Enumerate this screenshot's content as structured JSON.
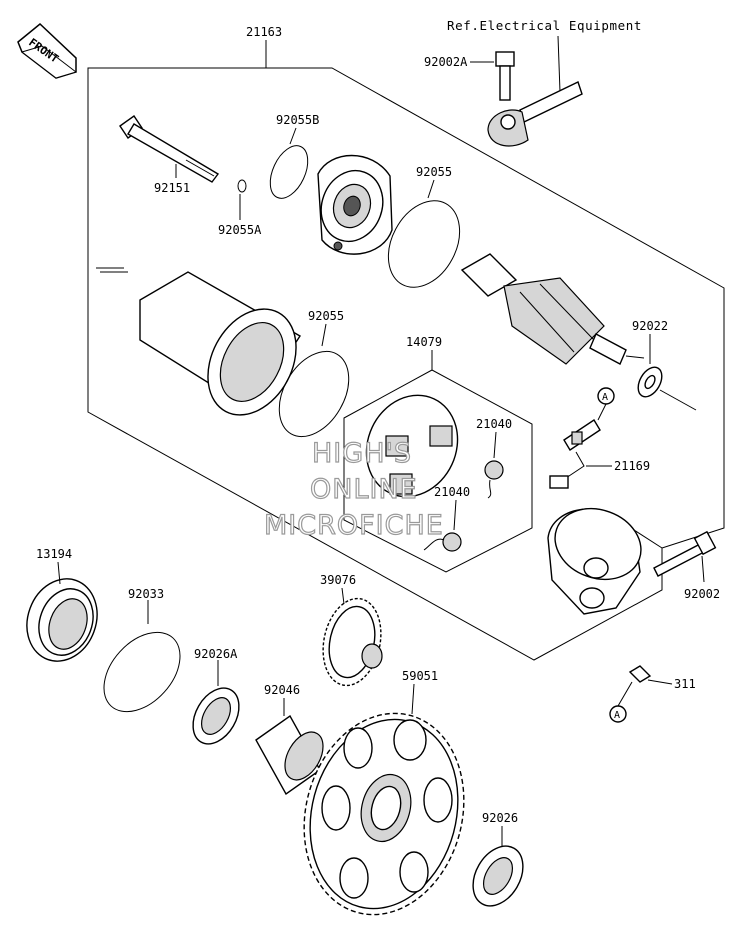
{
  "diagram": {
    "front_label": "FRONT",
    "ref_label": "Ref.Electrical Equipment",
    "watermark": [
      "HIGH'S",
      "ONLINE",
      "MICROFICHE"
    ],
    "callout": "A",
    "parts": [
      {
        "id": "p21163",
        "number": "21163"
      },
      {
        "id": "p92002A",
        "number": "92002A"
      },
      {
        "id": "p92055B",
        "number": "92055B"
      },
      {
        "id": "p92151",
        "number": "92151"
      },
      {
        "id": "p92055A",
        "number": "92055A"
      },
      {
        "id": "p92055a",
        "number": "92055"
      },
      {
        "id": "p92055b",
        "number": "92055"
      },
      {
        "id": "p92022",
        "number": "92022"
      },
      {
        "id": "p14079",
        "number": "14079"
      },
      {
        "id": "p21040a",
        "number": "21040"
      },
      {
        "id": "p21040b",
        "number": "21040"
      },
      {
        "id": "p21169",
        "number": "21169"
      },
      {
        "id": "p13194",
        "number": "13194"
      },
      {
        "id": "p92033",
        "number": "92033"
      },
      {
        "id": "p39076",
        "number": "39076"
      },
      {
        "id": "p92002",
        "number": "92002"
      },
      {
        "id": "p92026A",
        "number": "92026A"
      },
      {
        "id": "p59051",
        "number": "59051"
      },
      {
        "id": "p92046",
        "number": "92046"
      },
      {
        "id": "p311",
        "number": "311"
      },
      {
        "id": "p92026",
        "number": "92026"
      }
    ]
  }
}
